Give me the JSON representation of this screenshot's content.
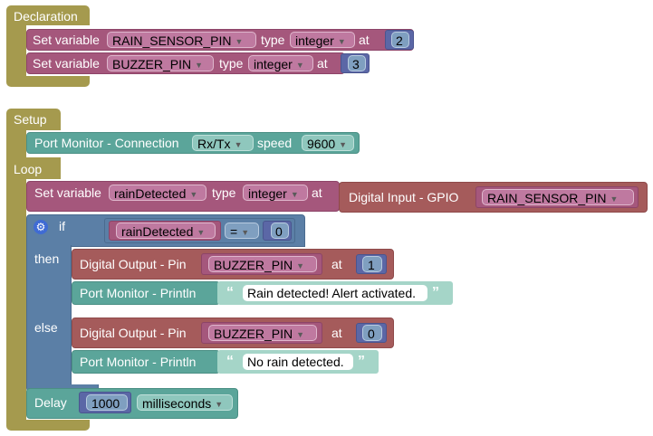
{
  "declaration": {
    "title": "Declaration",
    "rows": [
      {
        "label_set": "Set variable",
        "var": "RAIN_SENSOR_PIN",
        "label_type": "type",
        "type": "integer",
        "label_at": "at",
        "value": "2"
      },
      {
        "label_set": "Set variable",
        "var": "BUZZER_PIN",
        "label_type": "type",
        "type": "integer",
        "label_at": "at",
        "value": "3"
      }
    ]
  },
  "setup": {
    "title": "Setup",
    "port_monitor": {
      "label": "Port Monitor - Connection",
      "mode": "Rx/Tx",
      "label_speed": "speed",
      "speed": "9600"
    }
  },
  "loop": {
    "title": "Loop",
    "set_var": {
      "label_set": "Set variable",
      "var": "rainDetected",
      "label_type": "type",
      "type": "integer",
      "label_at": "at",
      "input_label": "Digital Input - GPIO",
      "input_pin": "RAIN_SENSOR_PIN"
    },
    "if_block": {
      "label_if": "if",
      "cond_var": "rainDetected",
      "cond_op": "=",
      "cond_value": "0",
      "label_then": "then",
      "label_else": "else",
      "then": {
        "output_label": "Digital Output - Pin",
        "output_pin": "BUZZER_PIN",
        "label_at": "at",
        "output_value": "1",
        "print_label": "Port Monitor - Println",
        "print_text": "Rain detected! Alert activated."
      },
      "else": {
        "output_label": "Digital Output - Pin",
        "output_pin": "BUZZER_PIN",
        "label_at": "at",
        "output_value": "0",
        "print_label": "Port Monitor - Println",
        "print_text": "No rain detected."
      }
    },
    "delay": {
      "label": "Delay",
      "value": "1000",
      "unit": "milliseconds"
    }
  },
  "colors": {
    "olive": "#a59a4e",
    "mauve": "#a5577c",
    "blue": "#5b7fa6",
    "teal": "#5ba59a",
    "brown": "#a55b5b",
    "navy": "#5b67a6",
    "mint": "#a5d5c8"
  },
  "icons": {
    "dropdown": "triangle-down",
    "gear": "gear-icon",
    "quote_open": "“",
    "quote_close": "”"
  }
}
